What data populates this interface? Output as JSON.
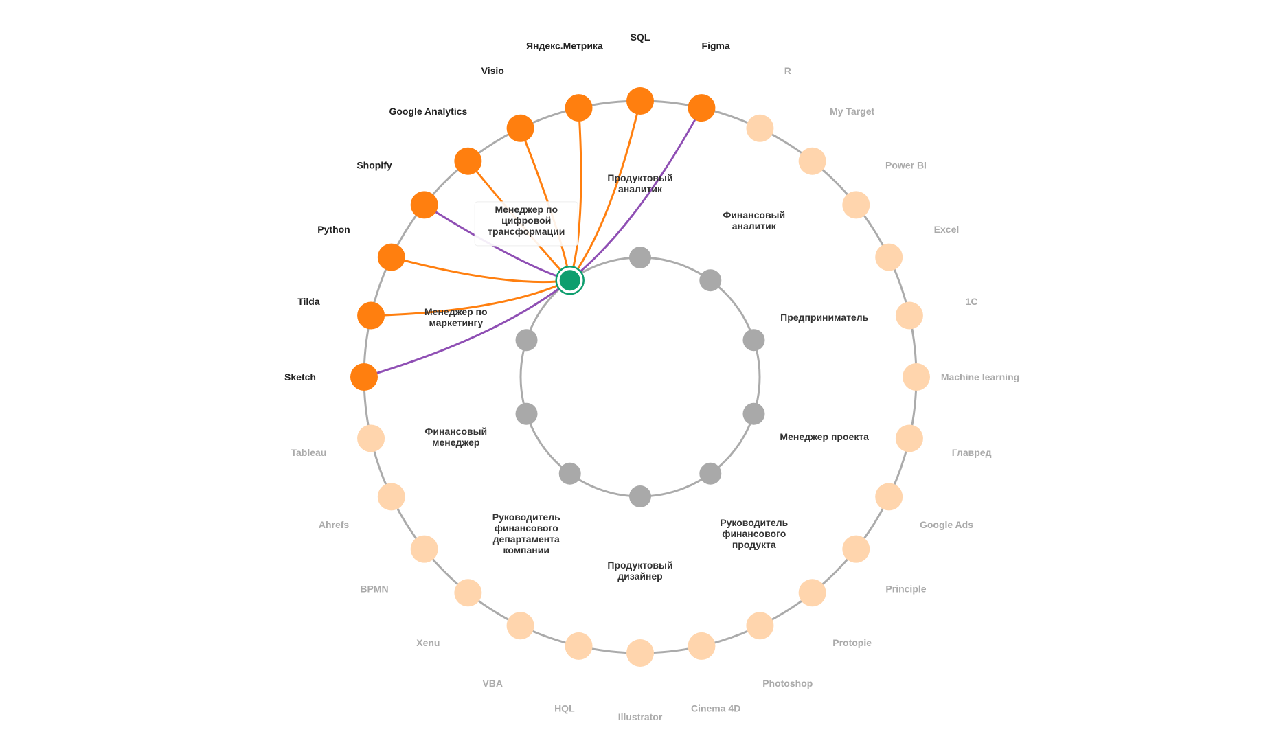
{
  "colors": {
    "ring": "#ababab",
    "skill_active": "#ff7f0f",
    "skill_inactive": "#ffd5ad",
    "role": "#a9a9a9",
    "selected_role_fill": "#0e9e6e",
    "link_orange": "#ff7f0f",
    "link_purple": "#8f4fb4",
    "label_active": "#222222",
    "label_inactive": "#aaaaaa",
    "role_label": "#333333"
  },
  "selected_role": "Менеджер по цифровой трансформации",
  "skills": [
    {
      "label": "SQL",
      "active": true,
      "link": "orange"
    },
    {
      "label": "Figma",
      "active": true,
      "link": "purple"
    },
    {
      "label": "R",
      "active": false
    },
    {
      "label": "My Target",
      "active": false
    },
    {
      "label": "Power BI",
      "active": false
    },
    {
      "label": "Excel",
      "active": false
    },
    {
      "label": "1C",
      "active": false
    },
    {
      "label": "Machine learning",
      "active": false
    },
    {
      "label": "Главред",
      "active": false
    },
    {
      "label": "Google Ads",
      "active": false
    },
    {
      "label": "Principle",
      "active": false
    },
    {
      "label": "Protopie",
      "active": false
    },
    {
      "label": "Photoshop",
      "active": false
    },
    {
      "label": "Cinema 4D",
      "active": false
    },
    {
      "label": "Illustrator",
      "active": false
    },
    {
      "label": "HQL",
      "active": false
    },
    {
      "label": "VBA",
      "active": false
    },
    {
      "label": "Xenu",
      "active": false
    },
    {
      "label": "BPMN",
      "active": false
    },
    {
      "label": "Ahrefs",
      "active": false
    },
    {
      "label": "Tableau",
      "active": false
    },
    {
      "label": "Sketch",
      "active": true,
      "link": "purple"
    },
    {
      "label": "Tilda",
      "active": true,
      "link": "orange"
    },
    {
      "label": "Python",
      "active": true,
      "link": "orange"
    },
    {
      "label": "Shopify",
      "active": true,
      "link": "purple"
    },
    {
      "label": "Google Analytics",
      "active": true,
      "link": "orange"
    },
    {
      "label": "Visio",
      "active": true,
      "link": "orange"
    },
    {
      "label": "Яндекс.Метрика",
      "active": true,
      "link": "orange"
    }
  ],
  "roles": [
    {
      "label": "Продуктовый аналитик",
      "lines": [
        "Продуктовый",
        "аналитик"
      ]
    },
    {
      "label": "Финансовый аналитик",
      "lines": [
        "Финансовый",
        "аналитик"
      ]
    },
    {
      "label": "Предприниматель",
      "lines": [
        "Предприниматель"
      ]
    },
    {
      "label": "Менеджер проекта",
      "lines": [
        "Менеджер проекта"
      ]
    },
    {
      "label": "Руководитель финансового продукта",
      "lines": [
        "Руководитель",
        "финансового",
        "продукта"
      ]
    },
    {
      "label": "Продуктовый дизайнер",
      "lines": [
        "Продуктовый",
        "дизайнер"
      ]
    },
    {
      "label": "Руководитель финансового департамента компании",
      "lines": [
        "Руководитель",
        "финансового",
        "департамента",
        "компании"
      ]
    },
    {
      "label": "Финансовый менеджер",
      "lines": [
        "Финансовый",
        "менеджер"
      ]
    },
    {
      "label": "Менеджер по маркетингу",
      "lines": [
        "Менеджер по",
        "маркетингу"
      ]
    },
    {
      "label": "Менеджер по цифровой трансформации",
      "lines": [
        "Менеджер по",
        "цифровой",
        "трансформации"
      ],
      "selected": true
    }
  ]
}
